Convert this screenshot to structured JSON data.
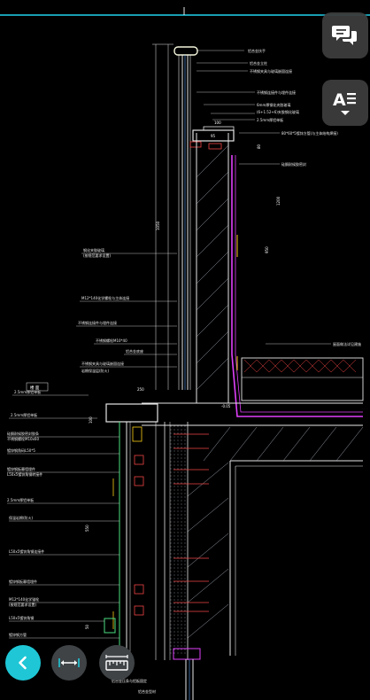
{
  "drawing": {
    "labels": {
      "rail_top": "铝合金扶手",
      "rail_post": "铝合金立柱",
      "clip_note": "不锈钢夹具与玻璃嵌固连接",
      "rail_note2": "不锈钢连接件与埋件连接",
      "glass_note": "6mm厚钢化夹胶玻璃",
      "glass_note2": "(6+1.52+6)夹胶钢化玻璃",
      "sheet_note": "2.5mm厚铝单板",
      "embed_note": "80*60*5镀锌方管(与主体结构焊接)",
      "seal_note": "硅酮耐候胶密封",
      "left_note1": "钢化夹胶玻璃",
      "left_note2": "(按规范要求设置)",
      "left_note3": "M12*140化学螺栓与主体连接",
      "left_note4": "不锈钢连接件与埋件连接",
      "left_note5": "不锈钢螺栓M10*40",
      "left_note6": "不锈钢夹具与玻璃嵌固连接",
      "left_note7": "铝合金底座",
      "left_note8": "岩棉保温层(防火)",
      "left_note9": "铝合金压条与铝板固定",
      "box_title": "楼 面",
      "roof_note": "屋面做法详见建施",
      "sheet_25": "2.5mm厚铝单板",
      "side1": "2.5mm厚铝单板",
      "side2": "硅酮耐候胶密封胶条",
      "side3": "不锈钢螺栓M10x60",
      "side4": "镀锌钢角码L50*5",
      "side5": "镀锌钢板幕墙埋件",
      "side6": "L50x5镀锌角钢转接件",
      "side7": "2.5mm厚铝单板",
      "side8": "保温岩棉(防火)",
      "side9": "L50x5镀锌角钢连接件",
      "side10": "镀锌钢板幕墙埋件",
      "side11": "M12*140化学锚栓",
      "side12": "(按规范要求设置)",
      "side13": "L50x5镀锌角钢",
      "side14": "镀锌钢方管",
      "bottom1": "铝合金压条与铝板固定",
      "bottom2": "铝合金型材"
    },
    "dims": {
      "d1": "1050",
      "d2": "100",
      "d3": "95",
      "d4": "80",
      "d5": "1200",
      "d6": "950",
      "d7": "250",
      "d8": "100",
      "d9": "550",
      "d10": "50",
      "d11": "-0.05"
    },
    "colors": {
      "background": "#000000",
      "line_white": "#e6e6e6",
      "line_cyan": "#22d3ee",
      "line_magenta": "#e040fb",
      "line_red": "#ef4444",
      "line_yellow": "#facc15",
      "line_green": "#4ade80",
      "line_blue": "#60a5fa"
    }
  },
  "toolbar": {
    "comments_icon": "comment-bubbles-icon",
    "text_style_icon": "text-style-icon",
    "back_icon": "chevron-left-icon",
    "measure_icon": "distance-measure-icon",
    "ruler_icon": "ruler-icon",
    "back_color": "#1fc7d6"
  }
}
